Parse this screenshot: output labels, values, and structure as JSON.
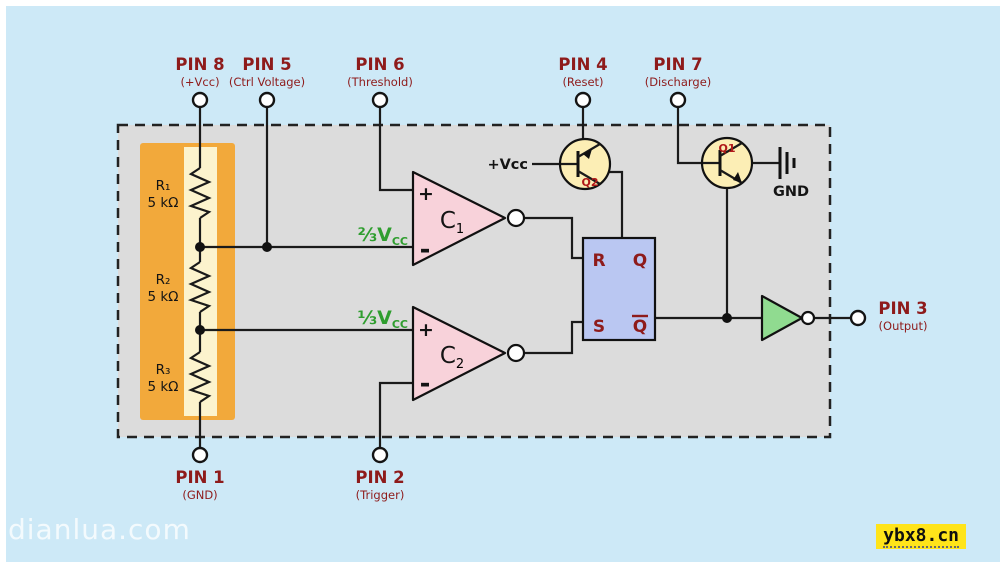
{
  "pins": {
    "pin8": {
      "name": "PIN 8",
      "desc": "(+Vcc)"
    },
    "pin5": {
      "name": "PIN 5",
      "desc": "(Ctrl Voltage)"
    },
    "pin6": {
      "name": "PIN 6",
      "desc": "(Threshold)"
    },
    "pin4": {
      "name": "PIN 4",
      "desc": "(Reset)"
    },
    "pin7": {
      "name": "PIN 7",
      "desc": "(Discharge)"
    },
    "pin1": {
      "name": "PIN 1",
      "desc": "(GND)"
    },
    "pin2": {
      "name": "PIN 2",
      "desc": "(Trigger)"
    },
    "pin3": {
      "name": "PIN 3",
      "desc": "(Output)"
    }
  },
  "resistors": {
    "r1": {
      "label": "R₁",
      "value": "5 kΩ"
    },
    "r2": {
      "label": "R₂",
      "value": "5 kΩ"
    },
    "r3": {
      "label": "R₃",
      "value": "5 kΩ"
    }
  },
  "comparators": {
    "c1": {
      "label": "C",
      "sub": "1",
      "plus": "+",
      "minus": "-"
    },
    "c2": {
      "label": "C",
      "sub": "2",
      "plus": "+",
      "minus": "-"
    }
  },
  "references": {
    "two_thirds": {
      "main": "⅔V",
      "sub": "CC"
    },
    "one_third": {
      "main": "⅓V",
      "sub": "CC"
    }
  },
  "flipflop": {
    "r": "R",
    "q": "Q",
    "s": "S",
    "qbar": "Q"
  },
  "transistors": {
    "q1": "Q1",
    "q2": "Q2"
  },
  "labels": {
    "vcc": "+Vcc",
    "gnd": "GND"
  },
  "watermarks": {
    "left": "dianlua.com",
    "right": "ybx8.cn"
  },
  "colors": {
    "background": "#cde9f7",
    "ic_fill": "#dcdcdc",
    "divider_orange": "#f2a93b",
    "divider_cream": "#fcf3cd",
    "comparator_fill": "#f8d2da",
    "flipflop_fill": "#bac7f2",
    "transistor_fill": "#fceeb5",
    "buffer_fill": "#90db90",
    "wire": "#1a1a1a",
    "pin_label_maroon": "#8e1b1b",
    "reference_green": "#2f9e2f",
    "watermark_badge": "#ffe41a"
  }
}
